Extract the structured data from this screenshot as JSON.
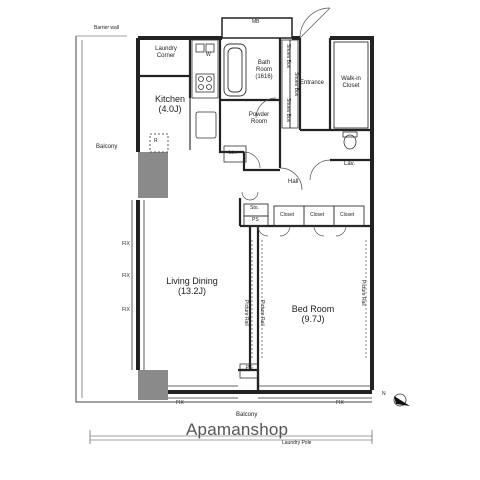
{
  "floor_plan": {
    "labels": {
      "barrier_wall": "Barrier wall",
      "mb": "MB",
      "laundry_corner": "Laundry Corner",
      "w": "W",
      "bath_room": "Bath Room (1616)",
      "shoes_box": "Shoes Box",
      "entrance": "Entrance",
      "walk_in_closet": "Walk-in Closet",
      "kitchen": "Kitchen",
      "kitchen_size": "(4.0J)",
      "powder_room": "Powder Room",
      "r": "R",
      "lin": "Lin.",
      "lav": "Lav.",
      "balcony_left": "Balcony",
      "hall": "Hall",
      "sto": "Sto.",
      "ps": "PS",
      "closet": "Closet",
      "fix": "FIX",
      "living_dining": "Living Dining",
      "living_dining_size": "(13.2J)",
      "picture_rail": "Picture Rail",
      "bed_room": "Bed Room",
      "bed_room_size": "(9.7J)",
      "balcony_bottom": "Balcony",
      "laundry_pole": "Laundry Pole",
      "north": "N"
    },
    "watermark": "Apamanshop"
  }
}
